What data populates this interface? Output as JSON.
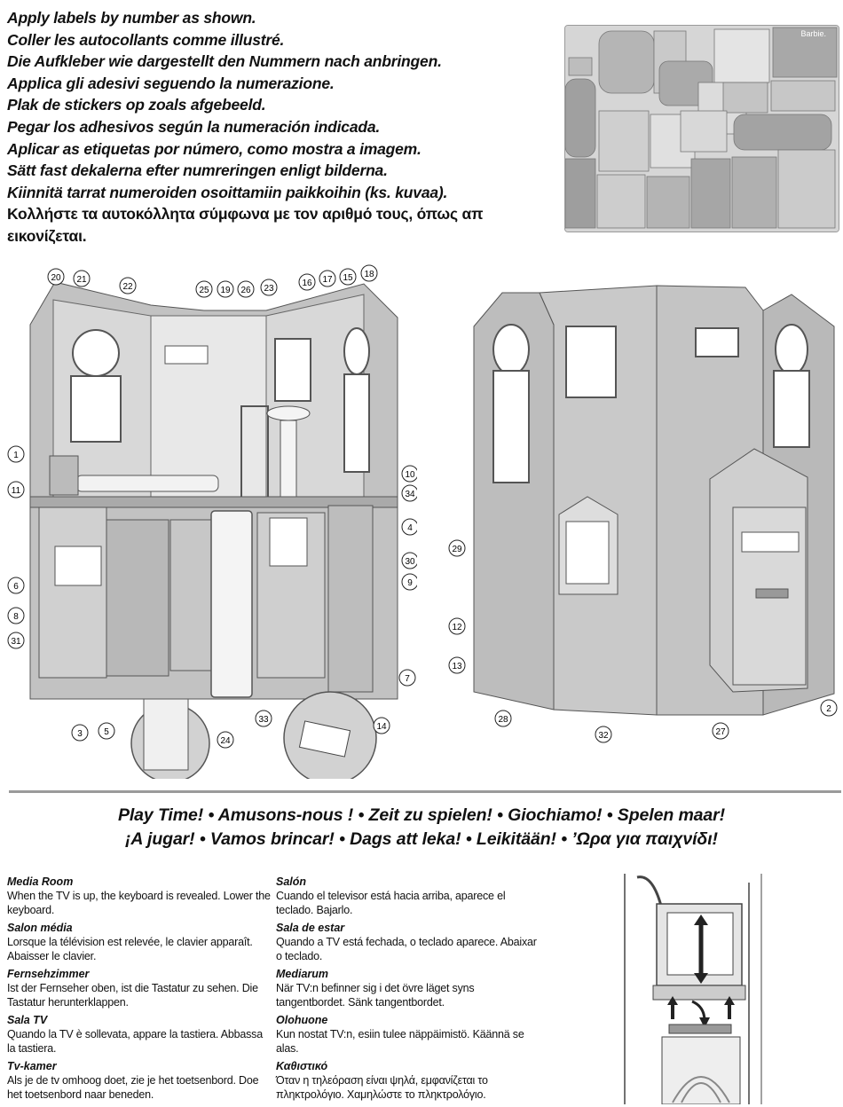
{
  "instructions": [
    "Apply labels by number as shown.",
    "Coller les autocollants comme illustré.",
    "Die Aufkleber wie dargestellt den Nummern nach anbringen.",
    "Applica gli adesivi seguendo la numerazione.",
    "Plak de stickers op zoals afgebeeld.",
    "Pegar los adhesivos según la numeración indicada.",
    "Aplicar as etiquetas por número, como mostra a imagem.",
    "Sätt fast dekalerna efter numreringen enligt bilderna.",
    "Kiinnitä tarrat numeroiden osoittamiin paikkoihin (ks. kuvaa).",
    "Κολλήστε τα αυτοκόλλητα σύμφωνα με τον αριθμό τους, όπως απ εικονίζεται."
  ],
  "sticker_sheet": {
    "brand": "Barbie."
  },
  "interior_callouts": [
    "20",
    "21",
    "22",
    "25",
    "19",
    "26",
    "23",
    "16",
    "17",
    "15",
    "18",
    "1",
    "11",
    "10",
    "34",
    "4",
    "30",
    "9",
    "6",
    "8",
    "31",
    "7",
    "3",
    "5",
    "33",
    "24",
    "14"
  ],
  "exterior_callouts": [
    "29",
    "12",
    "13",
    "28",
    "32",
    "27",
    "2"
  ],
  "play_time": {
    "line1": "Play Time! • Amusons-nous ! • Zeit zu spielen! • Giochiamo! • Spelen maar!",
    "line2": "¡A jugar! • Vamos brincar! • Dags att leka! • Leikitään! • ’Ωρα για παιχνίδι!"
  },
  "sections_left": [
    {
      "heading": "Media Room",
      "body": "When the TV is up, the keyboard is revealed. Lower the keyboard."
    },
    {
      "heading": "Salon média",
      "body": "Lorsque la télévision est relevée, le clavier apparaît. Abaisser le clavier."
    },
    {
      "heading": "Fernsehzimmer",
      "body": "Ist der Fernseher oben, ist die Tastatur zu sehen. Die Tastatur herunterklappen."
    },
    {
      "heading": "Sala TV",
      "body": "Quando la TV è sollevata, appare la tastiera. Abbassa la tastiera."
    },
    {
      "heading": "Tv-kamer",
      "body": "Als je de tv omhoog doet, zie je het toetsenbord. Doe het toetsenbord naar beneden."
    }
  ],
  "sections_right": [
    {
      "heading": "Salón",
      "body": "Cuando el televisor está hacia arriba, aparece el teclado. Bajarlo."
    },
    {
      "heading": "Sala de estar",
      "body": "Quando a TV está fechada, o teclado aparece. Abaixar o teclado."
    },
    {
      "heading": "Mediarum",
      "body": "När TV:n befinner sig i det övre läget syns tangentbordet. Sänk tangentbordet."
    },
    {
      "heading": "Olohuone",
      "body": "Kun nostat TV:n, esiin tulee näppäimistö. Käännä se alas."
    },
    {
      "heading": "Καθιστικό",
      "body": "Όταν η τηλεόραση είναι ψηλά, εμφανίζεται το πληκτρολόγιο. Χαμηλώστε το πληκτρολόγιο."
    }
  ]
}
